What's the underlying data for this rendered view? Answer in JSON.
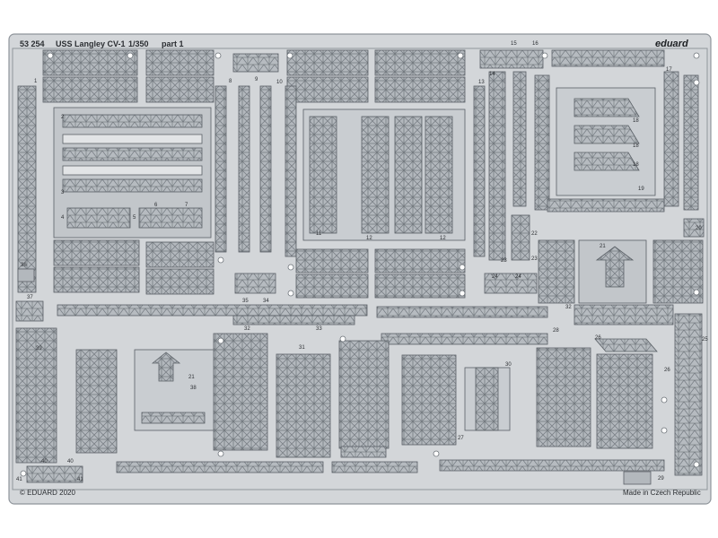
{
  "header": {
    "catalog": "53 254",
    "title": "USS Langley CV-1",
    "scale": "1/350",
    "part": "part 1",
    "brand": "eduard"
  },
  "footer": {
    "copyright": "© EDUARD 2020",
    "origin": "Made in Czech Republic"
  },
  "part_numbers": [
    "1",
    "2",
    "3",
    "4",
    "5",
    "6",
    "7",
    "8",
    "9",
    "10",
    "11",
    "12",
    "12",
    "13",
    "14",
    "15",
    "16",
    "17",
    "18",
    "18",
    "18",
    "19",
    "20",
    "21",
    "21",
    "22",
    "23",
    "23",
    "24",
    "24",
    "25",
    "26",
    "26",
    "27",
    "28",
    "29",
    "30",
    "31",
    "32",
    "32",
    "33",
    "34",
    "35",
    "36",
    "37",
    "38",
    "39",
    "40",
    "40",
    "41",
    "41"
  ],
  "colors": {
    "sheet": "#d3d6d9",
    "etch": "#9aa0a6",
    "outline": "#5a6066",
    "background": "#ffffff"
  }
}
